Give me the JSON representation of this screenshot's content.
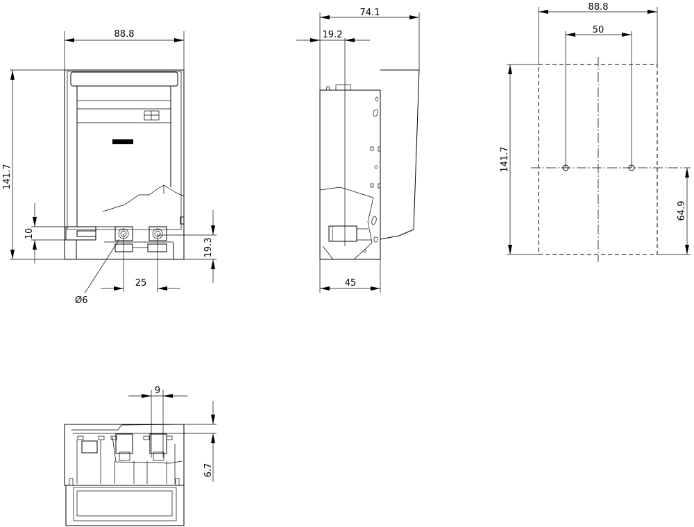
{
  "drawing": {
    "front_view": {
      "width_label": "88.8",
      "height_label": "141.7",
      "rail_label": "10",
      "terminal_height_label": "19.3",
      "terminal_spacing_label": "25",
      "diameter_label": "Ø6"
    },
    "side_view": {
      "depth_label": "74.1",
      "offset_label": "19.2",
      "base_depth_label": "45"
    },
    "mounting_view": {
      "width_label": "88.8",
      "hole_spacing_label": "50",
      "height_label": "141.7",
      "hole_height_label": "64.9"
    },
    "bottom_view": {
      "slot_label": "9",
      "offset_label": "6.7"
    }
  }
}
